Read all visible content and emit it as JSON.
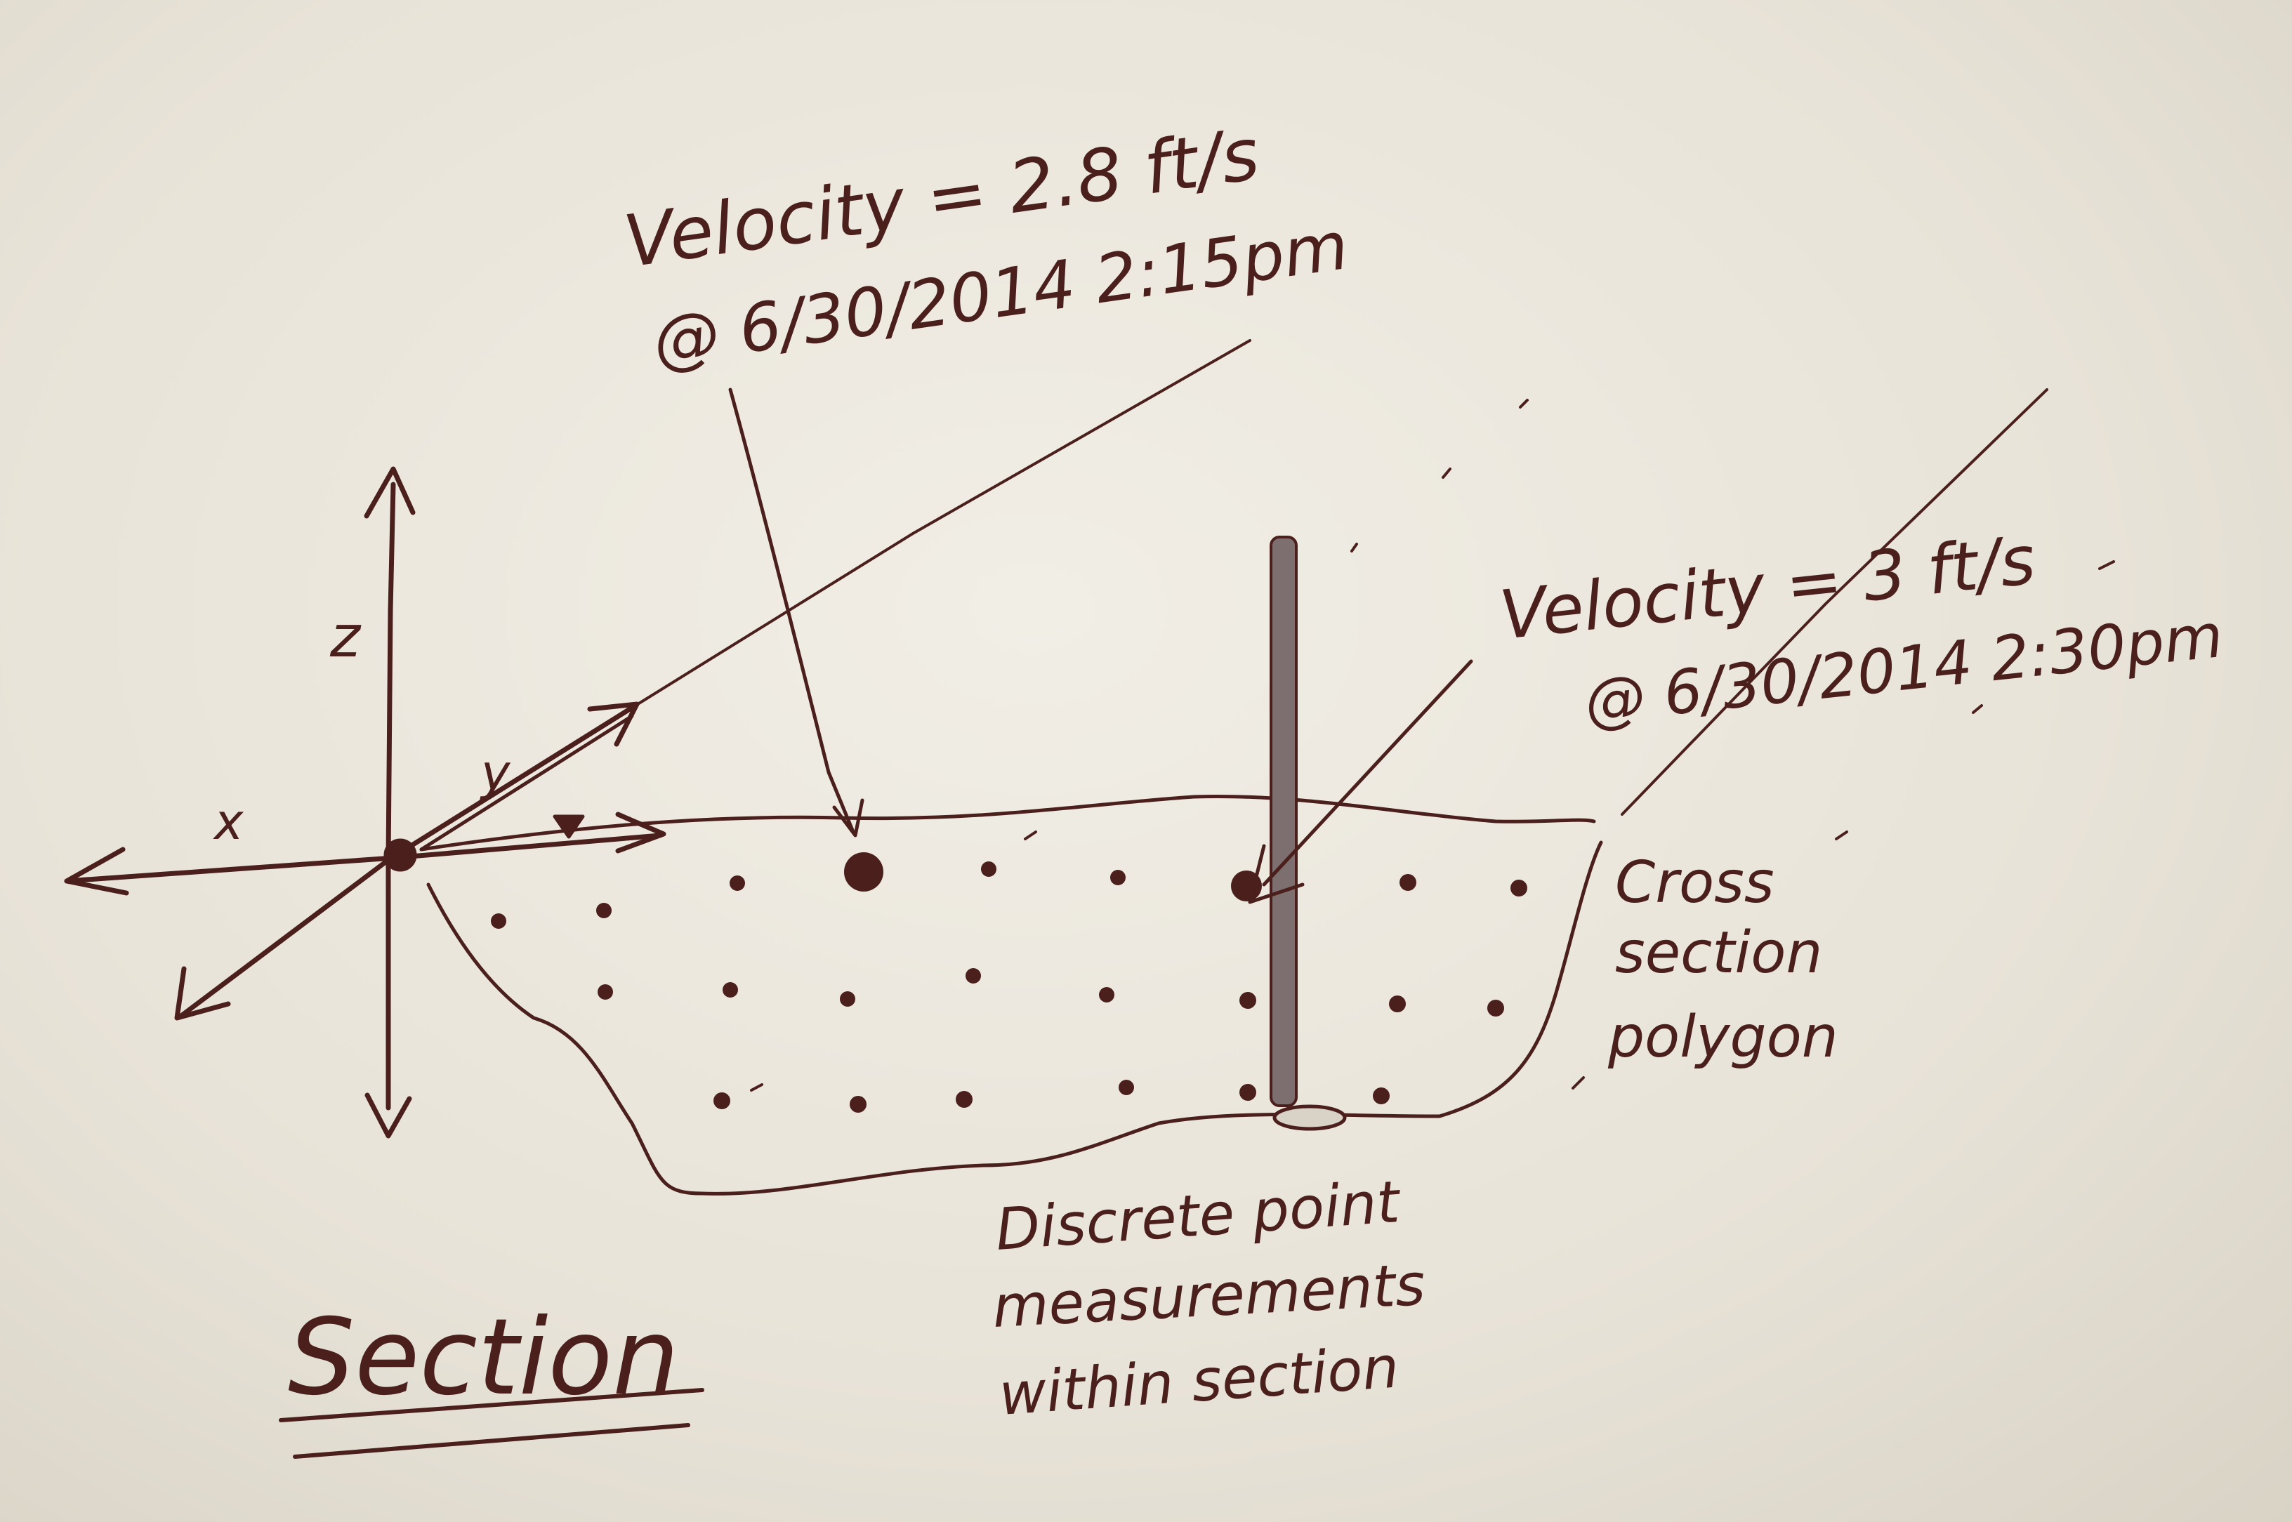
{
  "labels": {
    "annotation_1_line1": "Velocity = 2.8 ft/s",
    "annotation_1_line2": "@ 6/30/2014 2:15pm",
    "annotation_2_line1": "Velocity = 3 ft/s",
    "annotation_2_line2": "@ 6/30/2014 2:30pm",
    "axis_z": "z",
    "axis_y": "y",
    "axis_x": "x",
    "polygon_line1": "Cross",
    "polygon_line2": "section",
    "polygon_line3": "polygon",
    "points_line1": "Discrete point",
    "points_line2": "measurements",
    "points_line3": "within section",
    "title": "Section"
  },
  "colors": {
    "ink": "#4a1f1c",
    "paper": "#efece4"
  },
  "icons": {
    "water_surface": "inverted-triangle-icon"
  }
}
